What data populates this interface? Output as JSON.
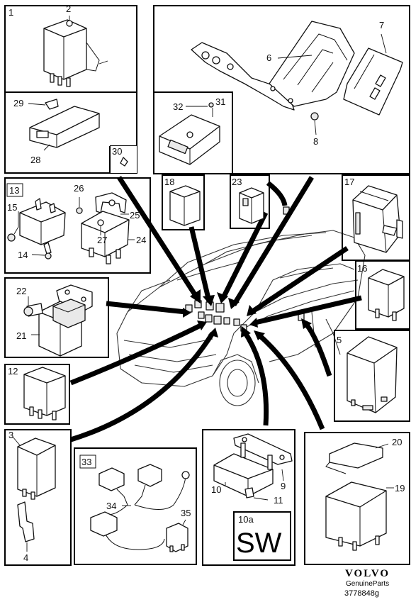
{
  "labels": {
    "n1": "1",
    "n2": "2",
    "n3": "3",
    "n4": "4",
    "n5": "5",
    "n6": "6",
    "n7": "7",
    "n8": "8",
    "n9": "9",
    "n10": "10",
    "n10a": "10a",
    "n11": "11",
    "n12": "12",
    "n13": "13",
    "n14": "14",
    "n15": "15",
    "n16": "16",
    "n17": "17",
    "n18": "18",
    "n19": "19",
    "n20": "20",
    "n21": "21",
    "n22": "22",
    "n23": "23",
    "n24": "24",
    "n25": "25",
    "n26": "26",
    "n27": "27",
    "n28": "28",
    "n29": "29",
    "n30": "30",
    "n31": "31",
    "n32": "32",
    "n33": "33",
    "n34": "34",
    "n35": "35"
  },
  "sw_text": "SW",
  "brand": {
    "name": "VOLVO",
    "sub": "GenuineParts",
    "code": "3778848g"
  }
}
